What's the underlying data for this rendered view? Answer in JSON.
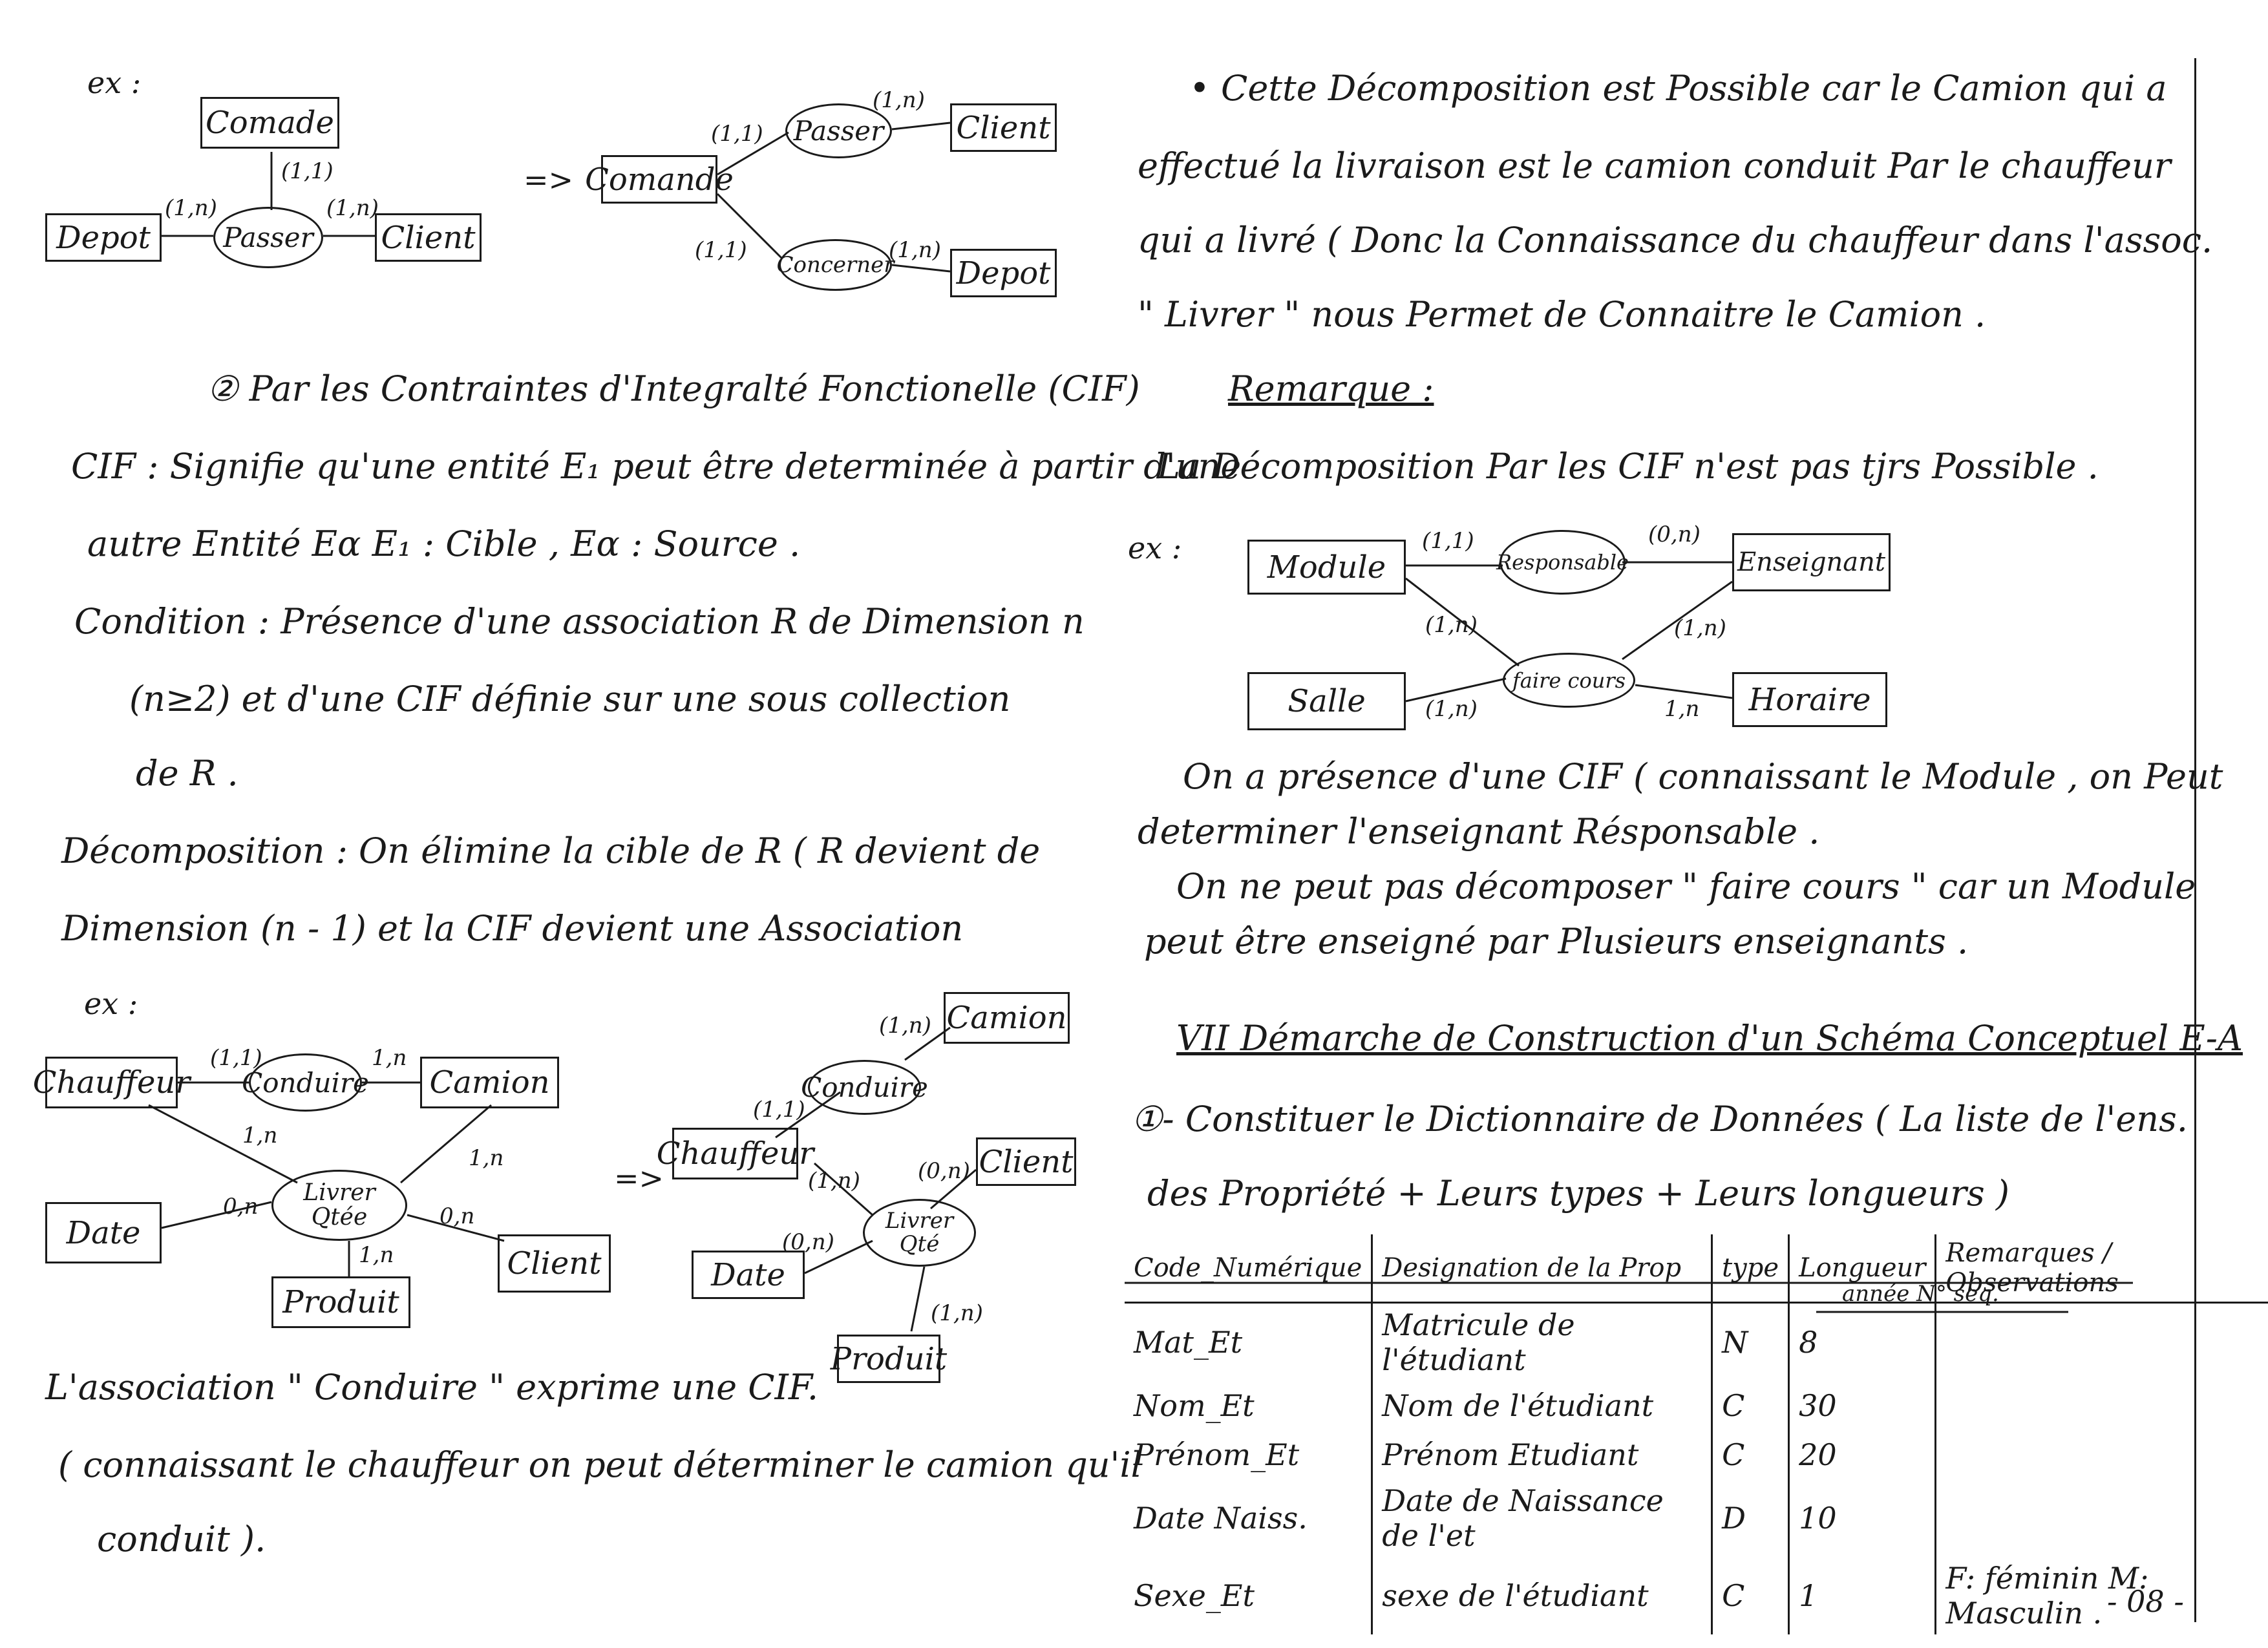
{
  "page_number": "- 08 -",
  "left": {
    "ex1": {
      "label": "ex :",
      "before": {
        "commande": "Comade",
        "depot": "Depot",
        "passer": "Passer",
        "client": "Client",
        "card_commande": "(1,1)",
        "card_depot": "(1,n)",
        "card_client": "(1,n)"
      },
      "arrow": "=>",
      "after": {
        "commande": "Comande",
        "passer": "Passer",
        "client": "Client",
        "concerner": "Concerner",
        "depot": "Depot",
        "card_passer_cmd": "(1,1)",
        "card_passer_client": "(1,n)",
        "card_concerner_cmd": "(1,1)",
        "card_concerner_depot": "(1,n)"
      }
    },
    "section2_title": "② Par les Contraintes d'Integralté Fonctionelle (CIF)",
    "cif_def_1": "CIF : Signifie qu'une entité E₁ peut être determinée à partir d'une",
    "cif_def_2": "autre Entité Eα     E₁ : Cible ,  Eα : Source .",
    "condition_1": "Condition : Présence d'une association R de Dimension n",
    "condition_2": "(n≥2) et d'une CIF définie sur une sous collection",
    "condition_3": "de R .",
    "decomp_1": "Décomposition : On élimine la cible de R ( R devient de",
    "decomp_2": "Dimension (n - 1)  et la CIF devient une Association",
    "ex2": {
      "label": "ex :",
      "before": {
        "chauffeur": "Chauffeur",
        "conduire": "Conduire",
        "camion": "Camion",
        "livrer": "Livrer",
        "qte": "Qtée",
        "date": "Date",
        "client": "Client",
        "produit": "Produit",
        "c1": "(1,1)",
        "c2": "1,n",
        "c3": "1,n",
        "c4": "1,n",
        "c5": "0,n",
        "c6": "0,n",
        "c7": "1,n"
      },
      "arrow": "=>",
      "after": {
        "camion": "Camion",
        "conduire": "Conduire",
        "chauffeur": "Chauffeur",
        "livrer": "Livrer",
        "qte": "Qté",
        "client": "Client",
        "date": "Date",
        "produit": "Produit",
        "c1": "(1,n)",
        "c2": "(1,1)",
        "c3": "(1,n)",
        "c4": "(0,n)",
        "c5": "(0,n)",
        "c6": "(1,n)"
      }
    },
    "note_1": "L'association \" Conduire \" exprime une CIF.",
    "note_2": "( connaissant le chauffeur on peut déterminer le camion qu'il",
    "note_3": "conduit )."
  },
  "right": {
    "p1": "• Cette Décomposition est Possible car le Camion qui a",
    "p2": "effectué la livraison est le camion conduit Par le chauffeur",
    "p3": "qui a livré ( Donc la Connaissance du chauffeur dans l'assoc.",
    "p4": "\" Livrer \" nous Permet de Connaitre le Camion .",
    "remarque": "Remarque :",
    "rem_1": "La Décomposition Par les CIF n'est pas tjrs Possible .",
    "ex3": {
      "label": "ex :",
      "module": "Module",
      "responsable": "Responsable",
      "enseignant": "Enseignant",
      "salle": "Salle",
      "faire_cours": "faire cours",
      "horaire": "Horaire",
      "c1": "(1,1)",
      "c2": "(0,n)",
      "c3": "(1,n)",
      "c4": "(1,n)",
      "c5": "(1,n)",
      "c6": "1,n"
    },
    "q1": "On a présence d'une CIF ( connaissant le Module , on Peut",
    "q2": "determiner l'enseignant Résponsable .",
    "q3": "On ne peut pas décomposer \" faire cours \" car un Module",
    "q4": "peut être enseigné par Plusieurs enseignants .",
    "section7_title": "VII  Démarche de Construction d'un Schéma Conceptuel E-A",
    "step1_1": "①- Constituer le Dictionnaire de Données ( La liste de l'ens.",
    "step1_2": "des Propriété + Leurs types + Leurs longueurs )",
    "table": {
      "headers": [
        "Code_Numérique",
        "Designation de la Prop",
        "type",
        "Longueur",
        "Remarques / Observations"
      ],
      "annee_note": "année   N° seq.",
      "rows": [
        [
          "Mat_Et",
          "Matricule de l'étudiant",
          "N",
          "8",
          ""
        ],
        [
          "Nom_Et",
          "Nom de l'étudiant",
          "C",
          "30",
          ""
        ],
        [
          "Prénom_Et",
          "Prénom Etudiant",
          "C",
          "20",
          ""
        ],
        [
          "Date Naiss.",
          "Date de Naissance de l'et",
          "D",
          "10",
          ""
        ],
        [
          "Sexe_Et",
          "sexe de l'étudiant",
          "C",
          "1",
          "F: féminin  M: Masculin ."
        ]
      ]
    }
  }
}
